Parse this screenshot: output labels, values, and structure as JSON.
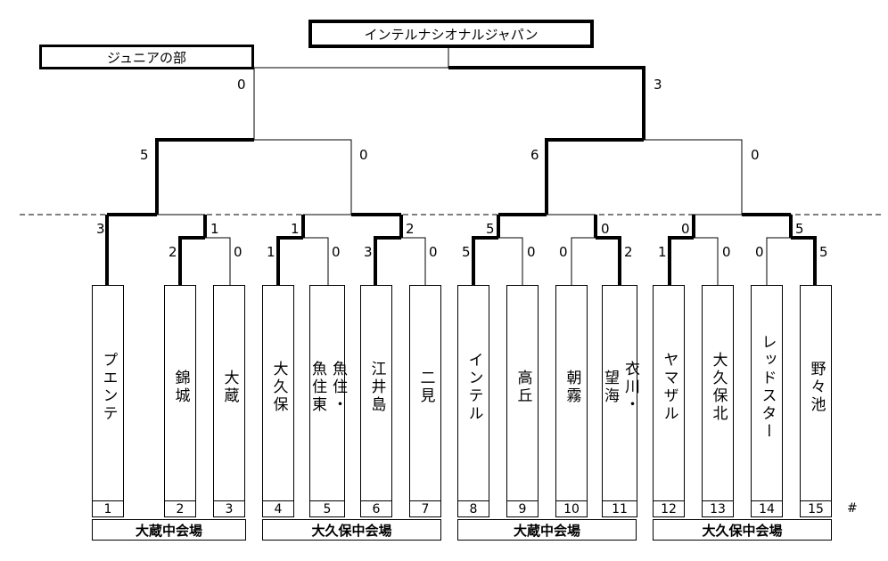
{
  "title": "インテルナシオナルジャパン",
  "division": "ジュニアの部",
  "teams": [
    {
      "no": "1",
      "name": "プエンテ"
    },
    {
      "no": "2",
      "name": "錦城"
    },
    {
      "no": "3",
      "name": "大蔵"
    },
    {
      "no": "4",
      "name": "大久保"
    },
    {
      "no": "5",
      "name": "魚住・魚住東",
      "col1": "魚住・",
      "col2": "魚住東"
    },
    {
      "no": "6",
      "name": "江井島"
    },
    {
      "no": "7",
      "name": "二見"
    },
    {
      "no": "8",
      "name": "インテル"
    },
    {
      "no": "9",
      "name": "高丘"
    },
    {
      "no": "10",
      "name": "朝霧"
    },
    {
      "no": "11",
      "name": "衣川・望海",
      "col1": "衣川・",
      "col2": "望海"
    },
    {
      "no": "12",
      "name": "ヤマザル"
    },
    {
      "no": "13",
      "name": "大久保北"
    },
    {
      "no": "14",
      "name": "レッドスター"
    },
    {
      "no": "15",
      "name": "野々池"
    }
  ],
  "venues": [
    "大蔵中会場",
    "大久保中会場",
    "大蔵中会場",
    "大久保中会場"
  ],
  "scores": {
    "r1": [
      "3",
      "2",
      "1",
      "0",
      "1",
      "0",
      "3",
      "2",
      "0",
      "5",
      "0",
      "0",
      "2",
      "1",
      "0",
      "0",
      "5"
    ],
    "r2": [
      "1",
      "1",
      "2",
      "5",
      "0",
      "0",
      "0",
      "5"
    ],
    "r3": [
      "5",
      "0",
      "6",
      "0"
    ],
    "final": [
      "0",
      "3"
    ],
    "t1": "3",
    "t2": "2",
    "t3": "0",
    "t4": "1",
    "t5": "0",
    "t6": "3",
    "t7": "0",
    "t8": "5",
    "t9": "0",
    "t10": "0",
    "t11": "2",
    "t12": "1",
    "t13": "0",
    "t14": "0",
    "t15": "5",
    "m23_2": "1",
    "m45_4": "1",
    "m67_6": "2",
    "m89_8": "5",
    "m1011_11": "0",
    "m1213_12": "0",
    "m1415_15": "5",
    "q1": "3",
    "q2": "1",
    "q3": "1",
    "q4": "2",
    "q5": "5",
    "q6": "0",
    "q7": "0",
    "q8": "5",
    "s1": "5",
    "s2": "0",
    "s3": "6",
    "s4": "0",
    "f1": "0",
    "f2": "3"
  },
  "footnote": "#"
}
